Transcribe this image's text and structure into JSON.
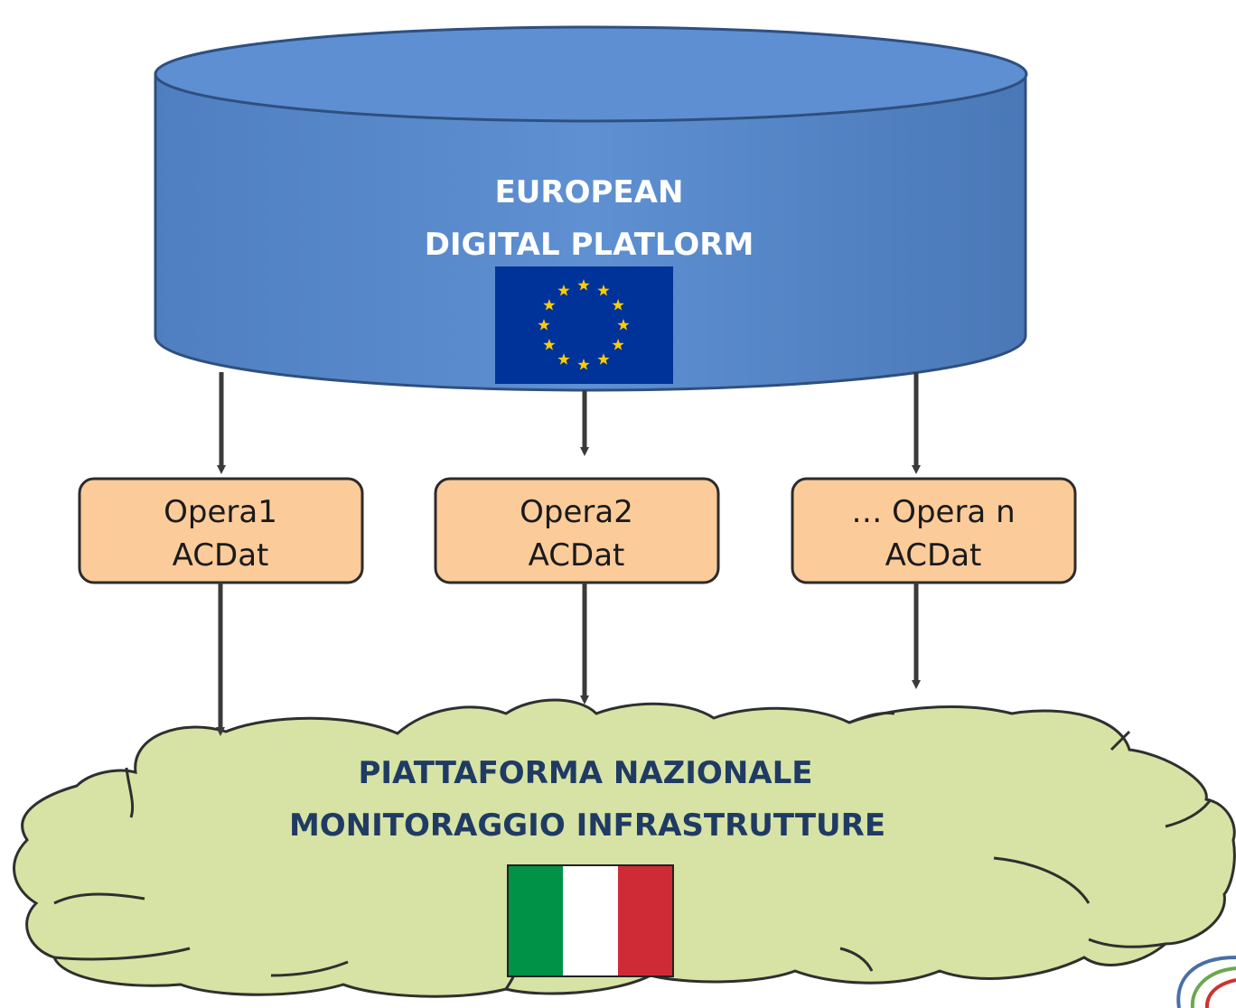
{
  "database": {
    "line1": "EUROPEAN",
    "line2": "DIGITAL PLATLORM",
    "fill_color": "#5b8ccf",
    "stroke_color": "#2f4f7f",
    "flag": {
      "icon": "eu-flag-icon",
      "background": "#003399",
      "star_color": "#ffcc00",
      "star_count": "12"
    }
  },
  "boxes": [
    {
      "line1": "Opera1",
      "line2": "ACDat"
    },
    {
      "line1": "Opera2",
      "line2": "ACDat"
    },
    {
      "line1": "… Opera n",
      "line2": "ACDat"
    }
  ],
  "box_style": {
    "fill_color": "#fbcb9a",
    "stroke_color": "#2b2b2b"
  },
  "cloud": {
    "line1": "PIATTAFORMA NAZIONALE",
    "line2": "MONITORAGGIO INFRASTRUTTURE",
    "fill_color": "#d6e3a4",
    "text_color": "#1f3b64",
    "flag": {
      "icon": "italy-flag-icon",
      "colors": [
        "#009246",
        "#ffffff",
        "#ce2b37"
      ]
    }
  },
  "corner_logo": {
    "icon": "logo-icon"
  }
}
